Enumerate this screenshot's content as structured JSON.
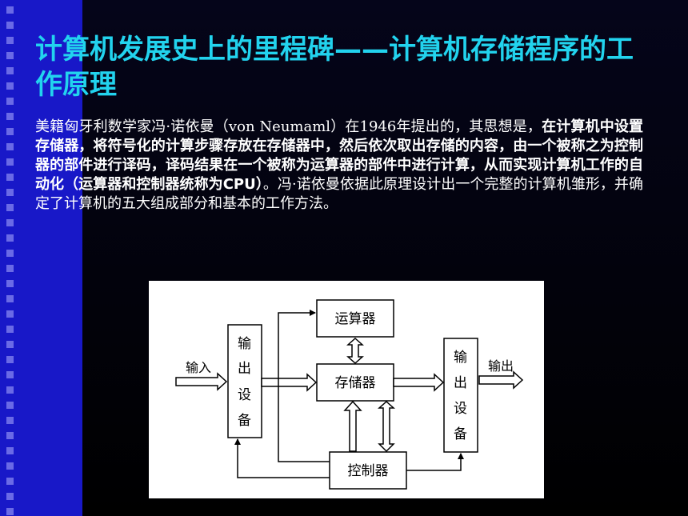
{
  "slide": {
    "title": "计算机发展史上的里程碑——计算机存储程序的工作原理",
    "paragraph": {
      "intro": "美籍匈牙利数学家冯·诺依曼（von Neumaml）在1946年提出的，其思想是，",
      "bold": "在计算机中设置存储器，将符号化的计算步骤存放在存储器中，然后依次取出存储的内容，由一个被称之为控制器的部件进行译码，译码结果在一个被称为运算器的部件中进行计算，从而实现计算机工作的自动化（运算器和控制器统称为CPU）",
      "outro": "。冯·诺依曼依据此原理设计出一个完整的计算机雏形，并确定了计算机的五大组成部分和基本的工作方法。"
    }
  },
  "diagram": {
    "input_label": "输入",
    "output_label": "输出",
    "input_device": [
      "输",
      "出",
      "设",
      "备"
    ],
    "output_device": [
      "输",
      "出",
      "设",
      "备"
    ],
    "alu": "运算器",
    "memory": "存储器",
    "controller": "控制器"
  },
  "colors": {
    "title": "#22d3ee",
    "strip": "#1818c8",
    "strip_squares": "#6a6ae6"
  }
}
